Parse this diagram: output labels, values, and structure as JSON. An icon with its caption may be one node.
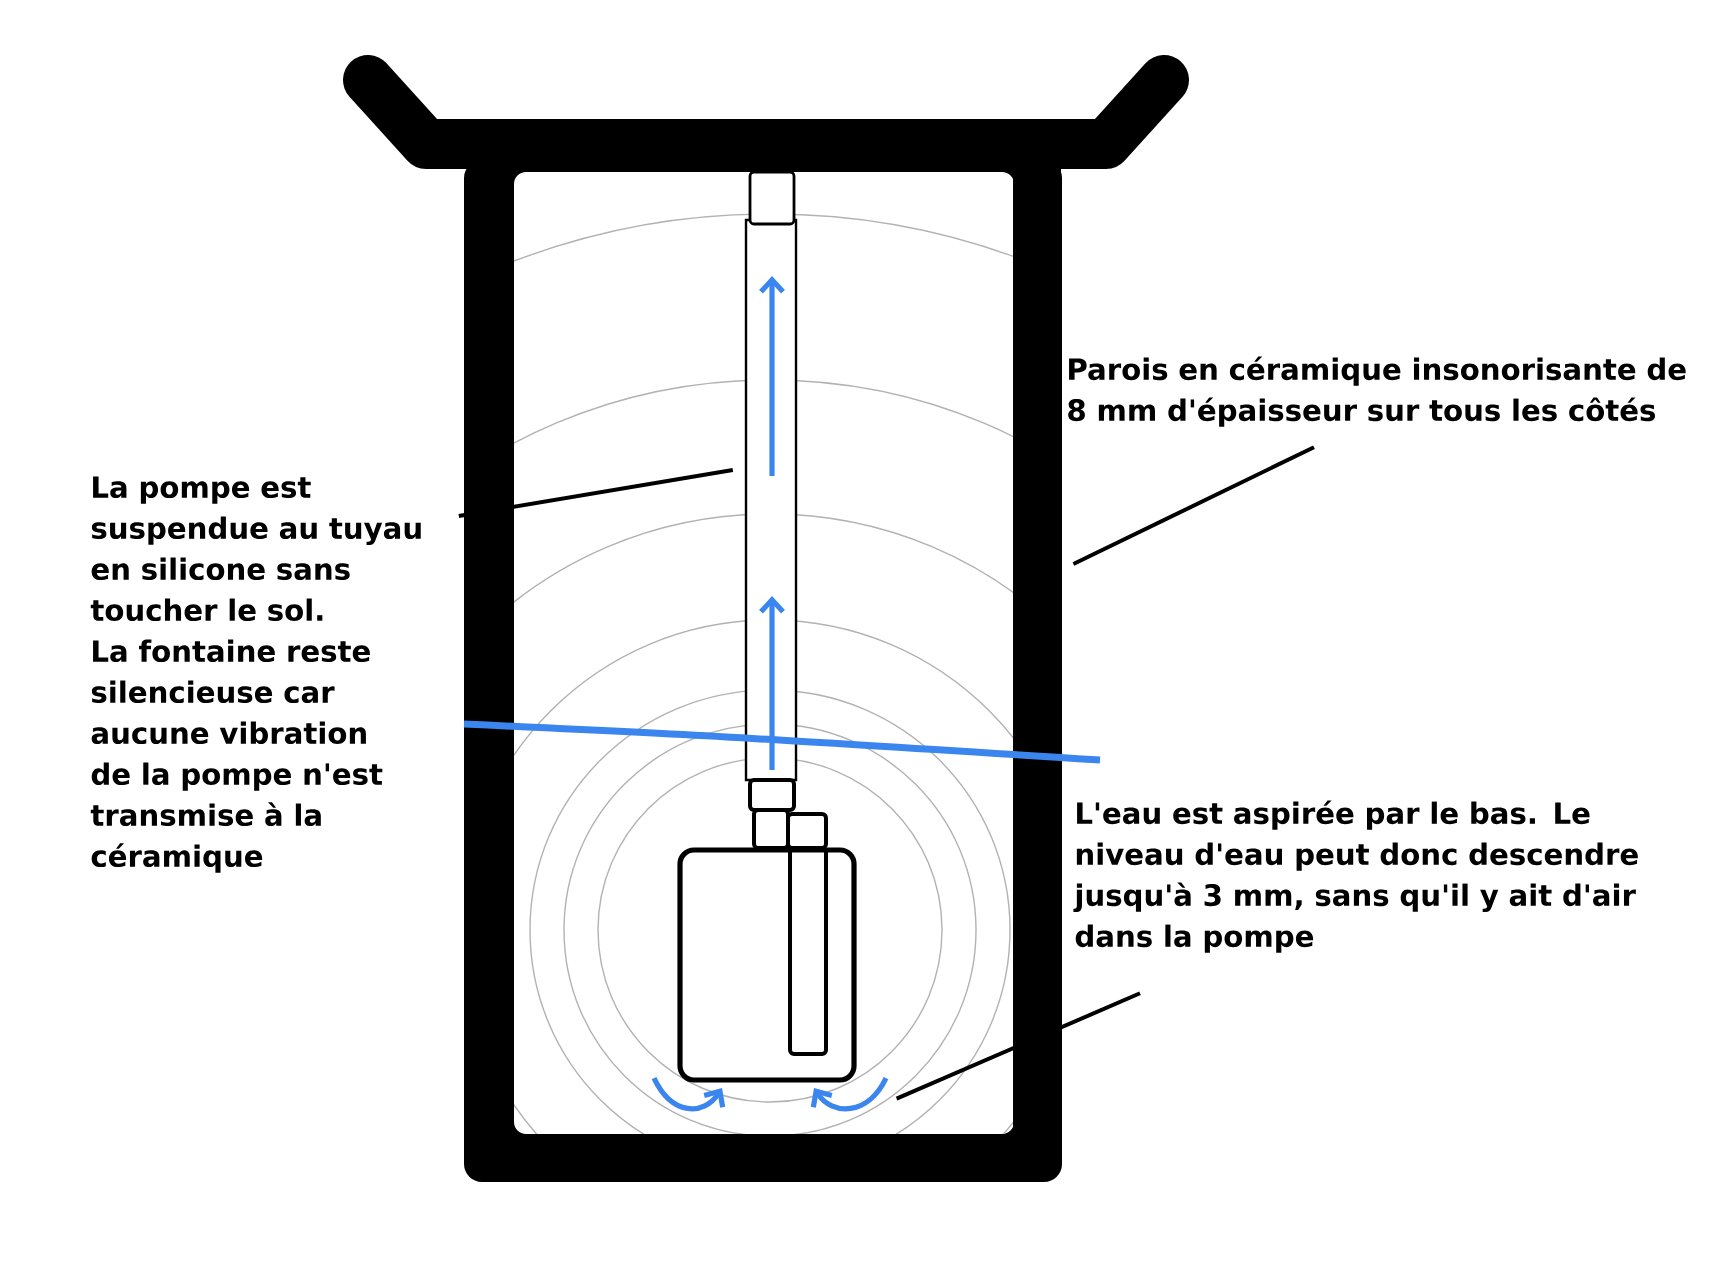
{
  "diagram": {
    "nodes": [
      {
        "text": [
          "La pompe est suspendue au tuyau en silicone sans toucher le sol. La fontaine reste silencieuse car aucune vibration de la pompe n'est transmise à la céramique"
        ]
      },
      {
        "text": [
          "Parois en céramique insonorisante de 8 mm d'épaisseur sur tous les côtés"
        ]
      },
      {
        "text": [
          "L'eau est aspirée par le bas. Le niveau d'eau peut donc descendre jusqu'à 3 mm, sans qu'il y ait d'air dans la pompe"
        ]
      },
      {
        "text": [],
        "shape": "bar"
      },
      {
        "text": [],
        "shape": "bar"
      },
      {
        "text": [],
        "shape": "box"
      }
    ],
    "edges": [
      {
        "from": 0,
        "to": 3,
        "arrow": "none"
      },
      {
        "from": 1,
        "to": 4,
        "arrow": "none"
      },
      {
        "from": 2,
        "to": 5,
        "arrow": "none"
      }
    ]
  }
}
